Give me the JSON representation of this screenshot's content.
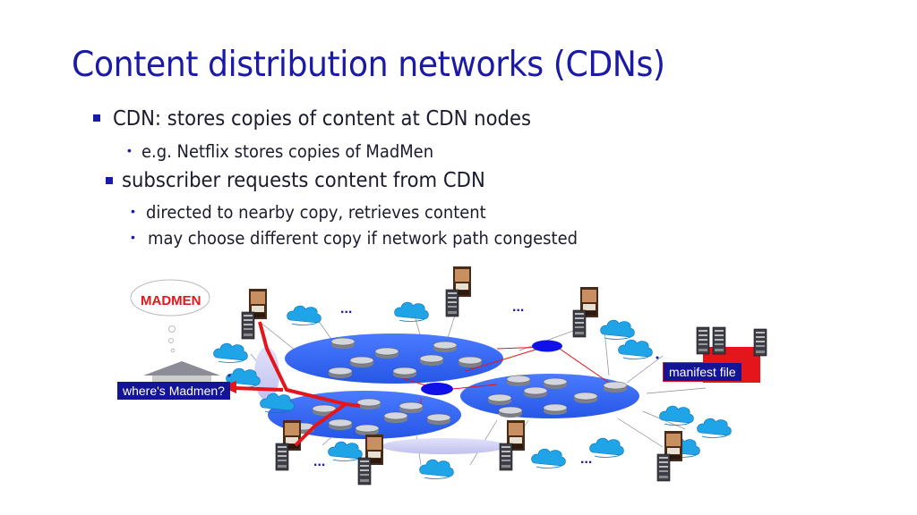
{
  "slide": {
    "title": "Content distribution networks (CDNs)",
    "bullets": [
      {
        "text": "CDN: stores copies of content at CDN nodes",
        "sub": [
          "e.g. Netflix stores copies of MadMen"
        ]
      },
      {
        "text": "subscriber requests content from CDN",
        "sub": [
          "directed to nearby copy, retrieves content",
          "may choose different copy if network path congested"
        ]
      }
    ]
  },
  "diagram": {
    "logo_text": "MADMEN",
    "query_label": "where's Madmen?",
    "manifest_label": "manifest file",
    "ellipsis": "...",
    "colors": {
      "accent": "#1a1aa6",
      "route": "#e4161b",
      "network": "#3366ff",
      "cloud": "#1fa4e8"
    }
  }
}
